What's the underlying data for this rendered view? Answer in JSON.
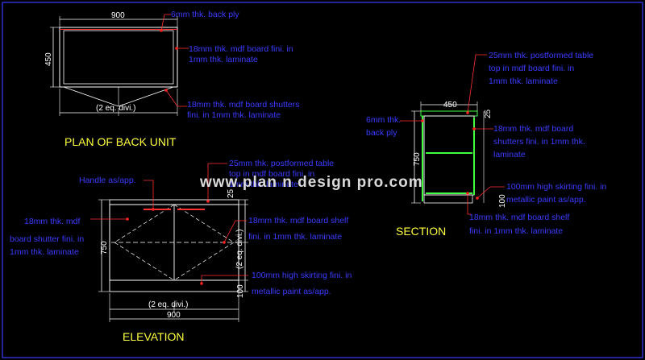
{
  "colors": {
    "background": "#000000",
    "frame": "#3a3cff",
    "annotation": "#3a3cff",
    "leader": "#ff3030",
    "object": "#ffffff",
    "dimension": "#ffffff",
    "title": "#ffff40",
    "shelf": "#40ff40",
    "dot": "#ff2020"
  },
  "watermark": "www.plan n design pro.com",
  "plan": {
    "title": "PLAN OF BACK UNIT",
    "dim_width": "900",
    "dim_depth": "450",
    "dim_shutters": "(2 eq. divi.)",
    "note_back_ply": "6mm thk. back ply",
    "note_board_line1": "18mm thk. mdf board fini. in",
    "note_board_line2": "1mm thk. laminate",
    "note_shutters_line1": "18mm thk. mdf board shutters",
    "note_shutters_line2": "fini. in 1mm thk. laminate"
  },
  "elevation": {
    "title": "ELEVATION",
    "note_handle": "Handle as/app.",
    "note_top_line1": "25mm thk. postformed table",
    "note_top_line2": "top in mdf board fini. in",
    "note_top_line3": "1mm thk. laminate",
    "note_shutter_line1": "18mm thk. mdf",
    "note_shutter_line2": "board shutter fini. in",
    "note_shutter_line3": "1mm thk. laminate",
    "note_shelf_line1": "18mm thk. mdf board shelf",
    "note_shelf_line2": "fini. in 1mm thk. laminate",
    "note_skirting_line1": "100mm high skirting fini. in",
    "note_skirting_line2": "metallic paint as/app.",
    "dim_height": "750",
    "dim_top": "25",
    "dim_skirting": "100",
    "dim_equal_vertical": "(2 eq. divi.)",
    "dim_equal_horizontal": "(2 eq. divi.)",
    "dim_width": "900"
  },
  "section": {
    "title": "SECTION",
    "note_top_line1": "25mm thk. postformed table",
    "note_top_line2": "top in mdf board fini. in",
    "note_top_line3": "1mm thk. laminate",
    "note_back_line1": "6mm thk.",
    "note_back_line2": "back ply",
    "note_shutters_line1": "18mm thk. mdf board",
    "note_shutters_line2": "shutters fini. in 1mm thk.",
    "note_shutters_line3": "laminate",
    "note_skirting_line1": "100mm high skirting fini. in",
    "note_skirting_line2": "metallic paint as/app.",
    "note_shelf_line1": "18mm thk. mdf board shelf",
    "note_shelf_line2": "fini. in 1mm thk. laminate",
    "dim_depth": "450",
    "dim_top": "25",
    "dim_height": "750",
    "dim_skirting": "100"
  }
}
